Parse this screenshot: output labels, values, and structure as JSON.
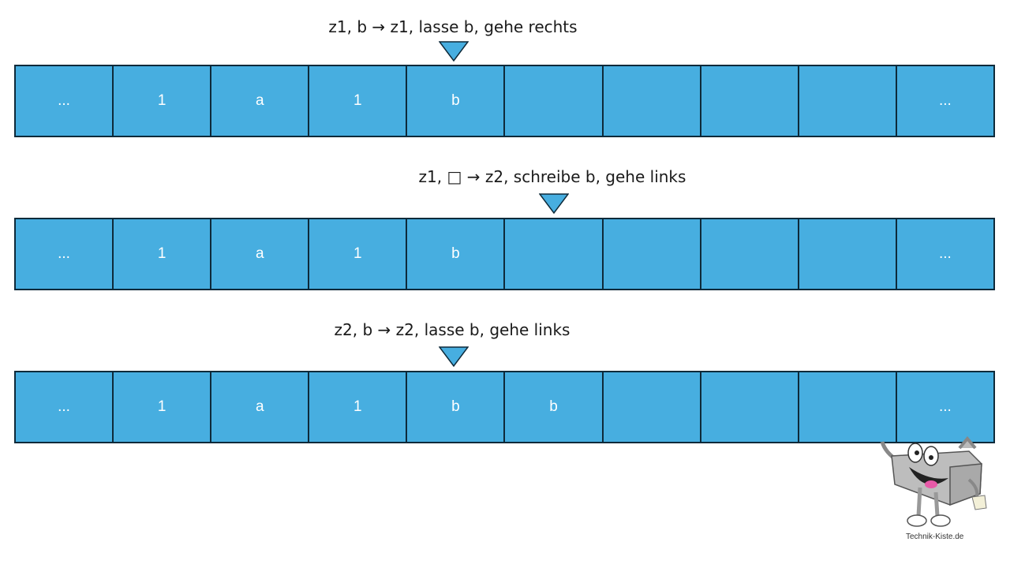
{
  "colors": {
    "cell_fill": "#47aee0",
    "cell_border": "#0e2a3a",
    "cell_text": "#ffffff",
    "pointer_fill": "#47aee0"
  },
  "steps": [
    {
      "rule": "z1, b → z1, lasse b, gehe rechts",
      "head_cell_index": 4,
      "cells": [
        "...",
        "1",
        "a",
        "1",
        "b",
        "",
        "",
        "",
        "",
        "..."
      ]
    },
    {
      "rule": "z1, □ → z2, schreibe b, gehe links",
      "head_cell_index": 5,
      "cells": [
        "...",
        "1",
        "a",
        "1",
        "b",
        "",
        "",
        "",
        "",
        "..."
      ]
    },
    {
      "rule": "z2, b → z2, lasse b, gehe links",
      "head_cell_index": 4,
      "cells": [
        "...",
        "1",
        "a",
        "1",
        "b",
        "b",
        "",
        "",
        "",
        "..."
      ]
    }
  ],
  "branding": {
    "text": "Technik-Kiste.de"
  }
}
